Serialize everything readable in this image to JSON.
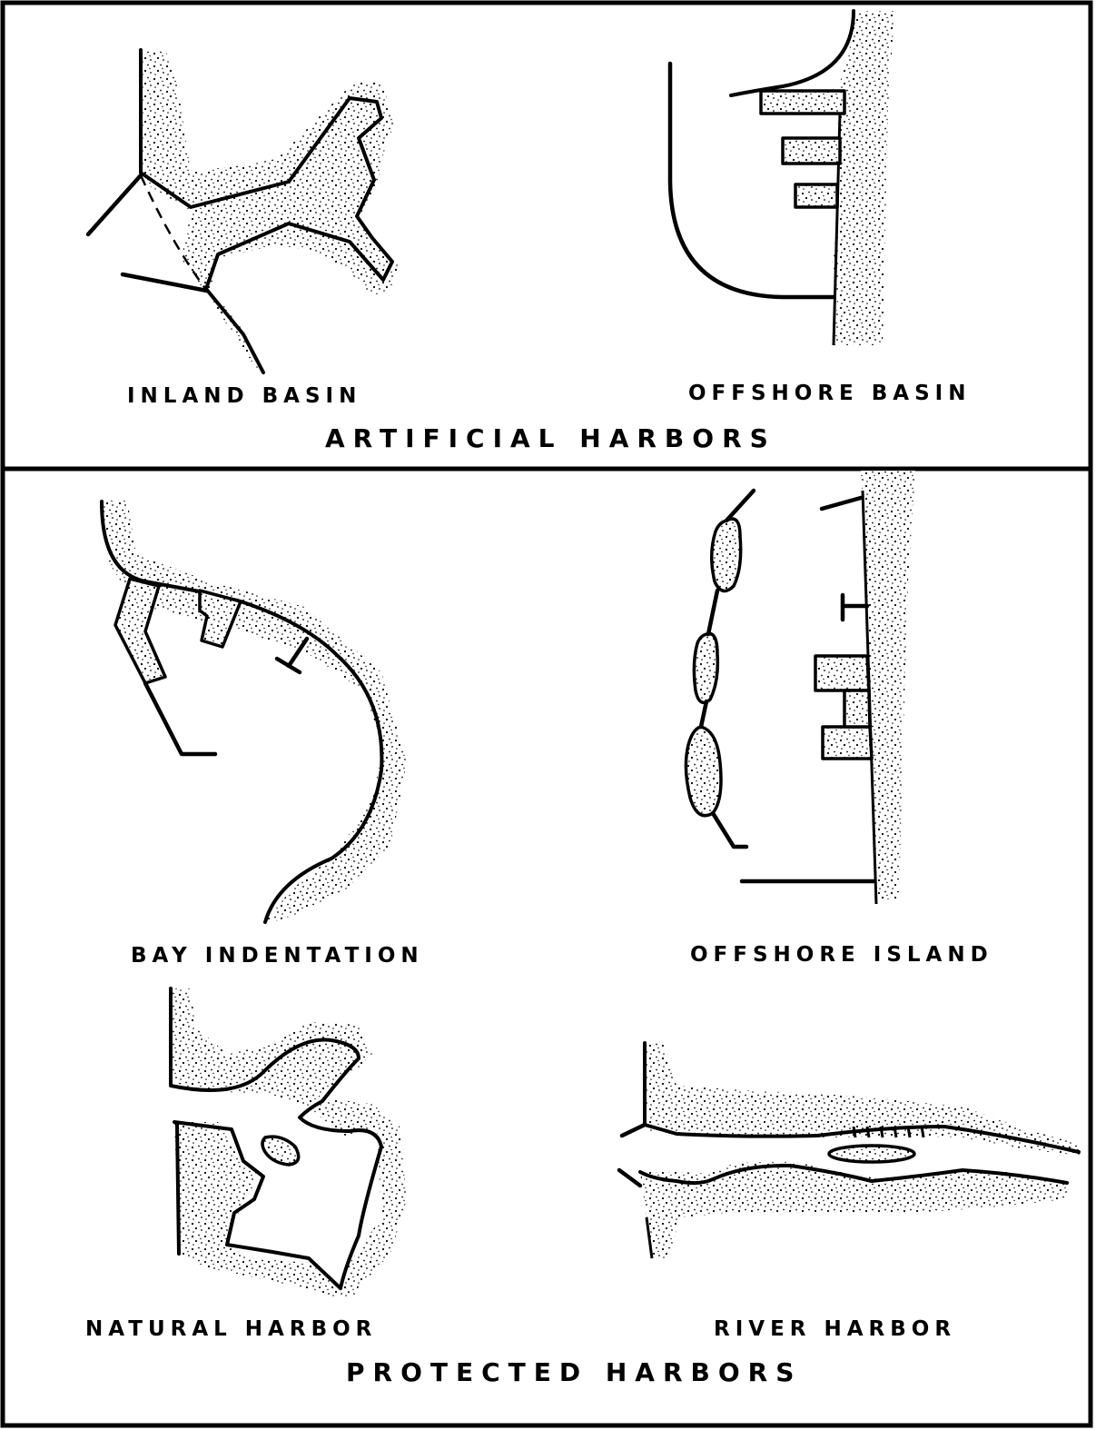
{
  "sections": {
    "artificial": {
      "heading": "ARTIFICIAL HARBORS",
      "panels": [
        {
          "label": "INLAND BASIN"
        },
        {
          "label": "OFFSHORE BASIN"
        }
      ]
    },
    "protected": {
      "heading": "PROTECTED HARBORS",
      "panels": [
        {
          "label": "BAY INDENTATION"
        },
        {
          "label": "OFFSHORE ISLAND"
        },
        {
          "label": "NATURAL HARBOR"
        },
        {
          "label": "RIVER HARBOR"
        }
      ]
    }
  },
  "colors": {
    "ink": "#000000",
    "paper": "#ffffff"
  }
}
